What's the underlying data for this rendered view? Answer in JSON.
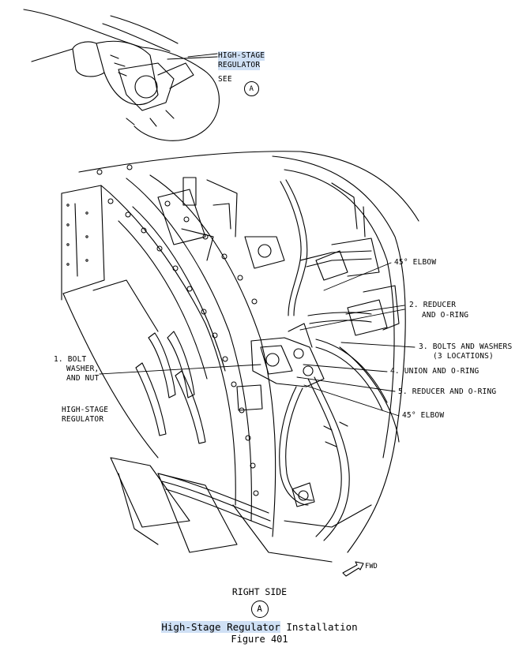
{
  "detail_callout": {
    "line1": "HIGH-STAGE",
    "line2": "REGULATOR",
    "see": "SEE",
    "ref": "A"
  },
  "labels": {
    "elbow_top": "45° ELBOW",
    "reducer_line1": "2. REDUCER",
    "reducer_line2": "AND O-RING",
    "bolts_line1": "3. BOLTS AND WASHERS",
    "bolts_line2": "(3 LOCATIONS)",
    "union": "4. UNION AND O-RING",
    "reducer5": "5. REDUCER AND O-RING",
    "elbow_bottom": "45° ELBOW",
    "bolt_line1": "1. BOLT",
    "bolt_line2": "WASHER,",
    "bolt_line3": "AND NUT",
    "regulator_line1": "HIGH-STAGE",
    "regulator_line2": "REGULATOR",
    "fwd": "FWD"
  },
  "caption": {
    "view": "RIGHT SIDE",
    "view_ref": "A",
    "title_highlight": "High-Stage Regulator",
    "title_rest": " Installation",
    "figure": "Figure 401"
  }
}
